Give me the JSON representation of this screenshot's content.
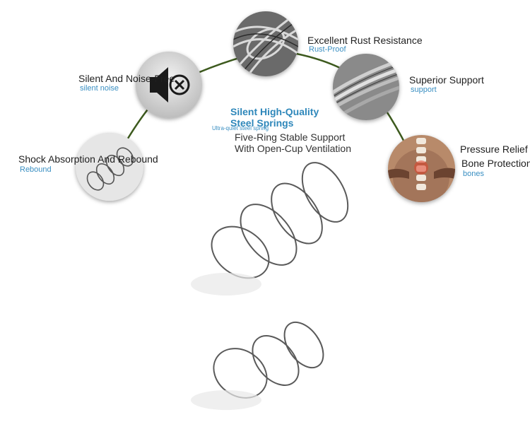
{
  "features": [
    {
      "title": "Shock Absorption And Rebound",
      "subtitle": "Rebound",
      "icon": "coil-spring-icon"
    },
    {
      "title": "Silent And Noise-Free",
      "subtitle": "silent noise",
      "icon": "mute-speaker-icon"
    },
    {
      "title": "Excellent Rust Resistance",
      "subtitle": "Rust-Proof",
      "icon": "wire-bundle-icon"
    },
    {
      "title": "Superior Support",
      "subtitle": "support",
      "icon": "steel-wires-icon"
    },
    {
      "title": "Pressure Relief",
      "subtitle": "",
      "icon": "spine-icon"
    },
    {
      "title": "Bone Protection",
      "subtitle": "bones",
      "icon": ""
    }
  ],
  "center": {
    "title_line1": "Silent High-Quality",
    "title_line2": "Steel Springs",
    "small_text": "Ultra-quiet steel spring",
    "desc_line1": "Five-Ring Stable Support",
    "desc_line2": "With Open-Cup Ventilation"
  },
  "colors": {
    "arc": "#3d5a1e",
    "title_blue": "#2e87ba",
    "sub_blue": "#3a8fc2"
  }
}
